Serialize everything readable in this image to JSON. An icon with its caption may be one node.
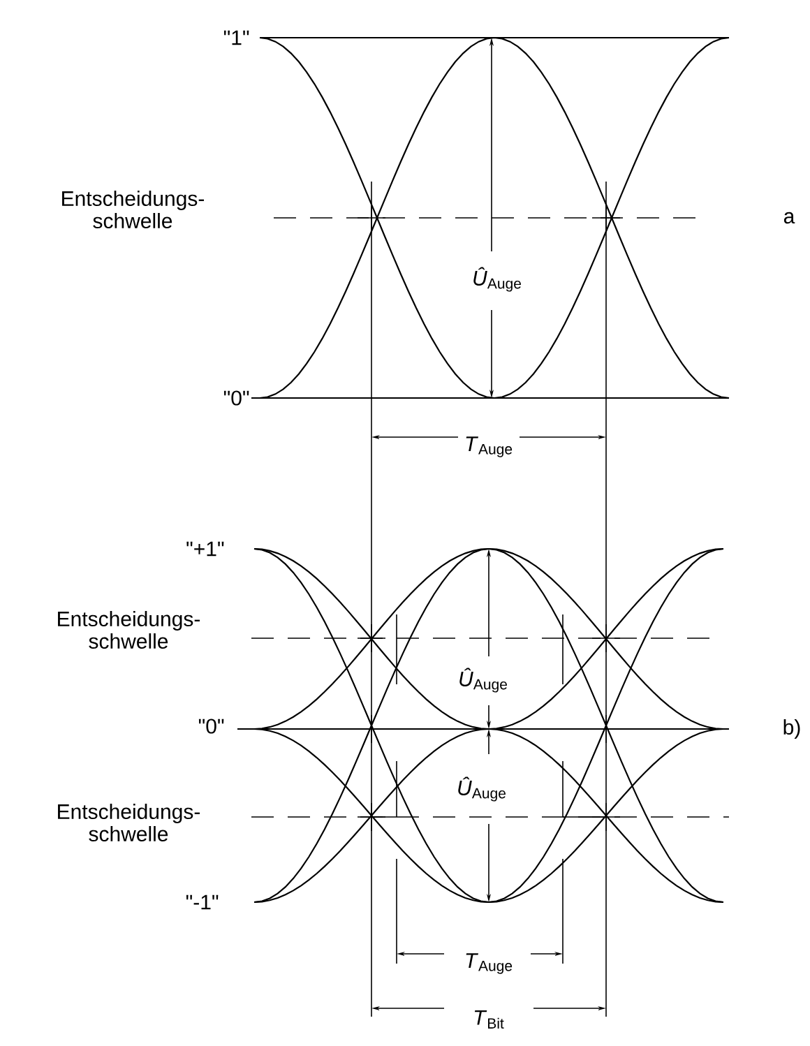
{
  "diagram": {
    "labels": [
      "\"1\"",
      "Entscheidungs- schwelle",
      "a",
      "*Û*$_{Auge}$",
      "\"0\"",
      "*T*$_{Auge}$",
      "\"+1\"",
      "Entscheidungs- schwelle",
      "*Û*$_{Auge}$",
      "\"0\"",
      "b)",
      "*Û*$_{Auge}$",
      "Entscheidungs- schwelle",
      "\"-1\"",
      "*T*$_{Auge}$",
      "*T*$_{Bit}$"
    ]
  }
}
